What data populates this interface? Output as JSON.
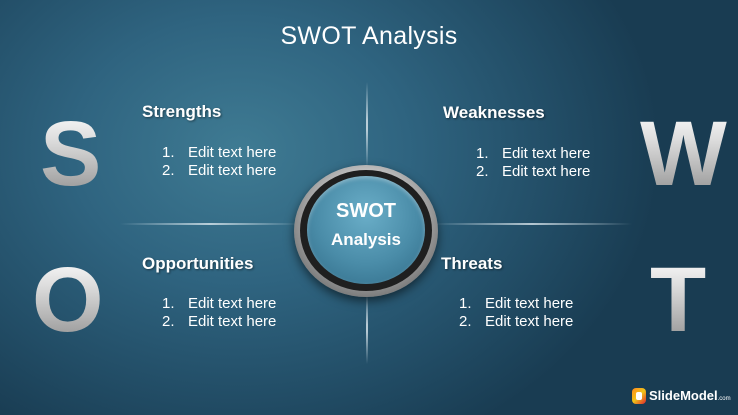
{
  "slide": {
    "title": "SWOT Analysis",
    "hub": {
      "line1": "SWOT",
      "line2": "Analysis"
    },
    "letters": {
      "s": "S",
      "w": "W",
      "o": "O",
      "t": "T"
    },
    "quadrants": {
      "strengths": {
        "heading": "Strengths",
        "items": [
          {
            "num": "1.",
            "text": "Edit text here"
          },
          {
            "num": "2.",
            "text": "Edit text here"
          }
        ]
      },
      "weaknesses": {
        "heading": "Weaknesses",
        "items": [
          {
            "num": "1.",
            "text": "Edit text here"
          },
          {
            "num": "2.",
            "text": "Edit text here"
          }
        ]
      },
      "opportunities": {
        "heading": "Opportunities",
        "items": [
          {
            "num": "1.",
            "text": "Edit text here"
          },
          {
            "num": "2.",
            "text": "Edit text here"
          }
        ]
      },
      "threats": {
        "heading": "Threats",
        "items": [
          {
            "num": "1.",
            "text": "Edit text here"
          },
          {
            "num": "2.",
            "text": "Edit text here"
          }
        ]
      }
    }
  },
  "branding": {
    "logo_text": "SlideModel",
    "logo_suffix": ".com",
    "logo_icon": "slidemodel-logo-icon"
  },
  "colors": {
    "background": "#2f6480",
    "hub_core": "#4a8ca8",
    "text": "#ffffff",
    "letter": "#c9c9c9"
  }
}
